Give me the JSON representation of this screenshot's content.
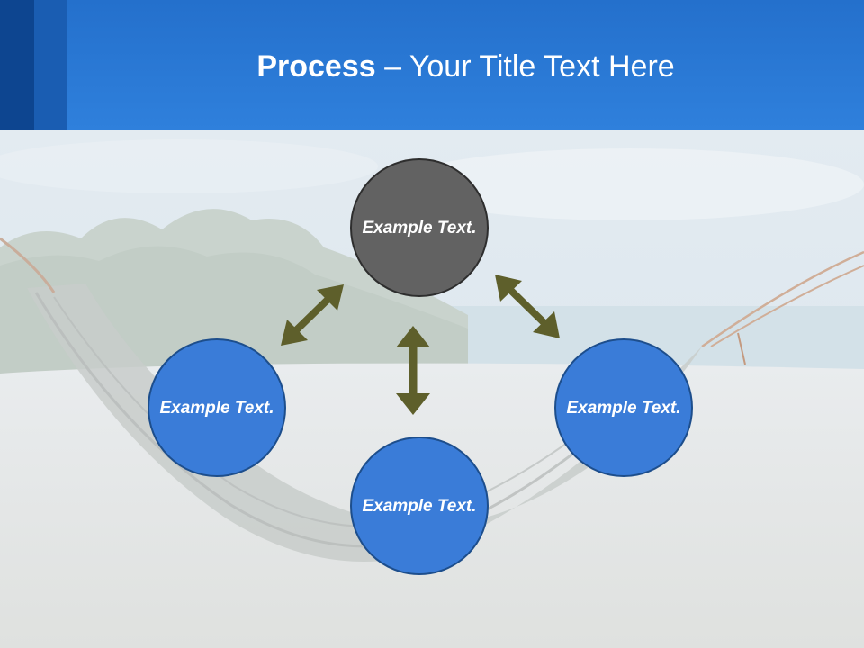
{
  "title": {
    "bold": "Process",
    "separator": " – ",
    "rest": "Your Title Text Here"
  },
  "nodes": {
    "top": "Example Text.",
    "left": "Example Text.",
    "bottom": "Example Text.",
    "right": "Example Text."
  },
  "colors": {
    "title_bar": "#2f80dc",
    "node_center": "#626262",
    "node_blue": "#3a7cd8",
    "arrow": "#5e5f2b"
  },
  "background": "beach-hammock-photo"
}
